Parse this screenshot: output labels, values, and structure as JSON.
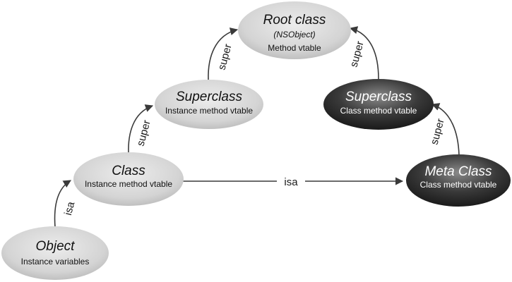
{
  "nodes": {
    "root": {
      "title": "Root class",
      "subtitle": "(NSObject)",
      "desc": "Method vtable"
    },
    "superclass_instance": {
      "title": "Superclass",
      "desc": "Instance method vtable"
    },
    "superclass_class": {
      "title": "Superclass",
      "desc": "Class method vtable"
    },
    "class": {
      "title": "Class",
      "desc": "Instance method vtable"
    },
    "meta_class": {
      "title": "Meta Class",
      "desc": "Class method vtable"
    },
    "object": {
      "title": "Object",
      "desc": "Instance variables"
    }
  },
  "edges": {
    "object_to_class": "isa",
    "class_to_superclass": "super",
    "superclass_to_root": "super",
    "class_to_meta": "isa",
    "meta_to_superclass": "super",
    "superclass_meta_to_root": "super"
  },
  "colors": {
    "light_node": "#d6d6d6",
    "dark_node": "#2a2a2a",
    "light_text": "#111111",
    "dark_text": "#ffffff",
    "edge": "#3a3a3a"
  }
}
